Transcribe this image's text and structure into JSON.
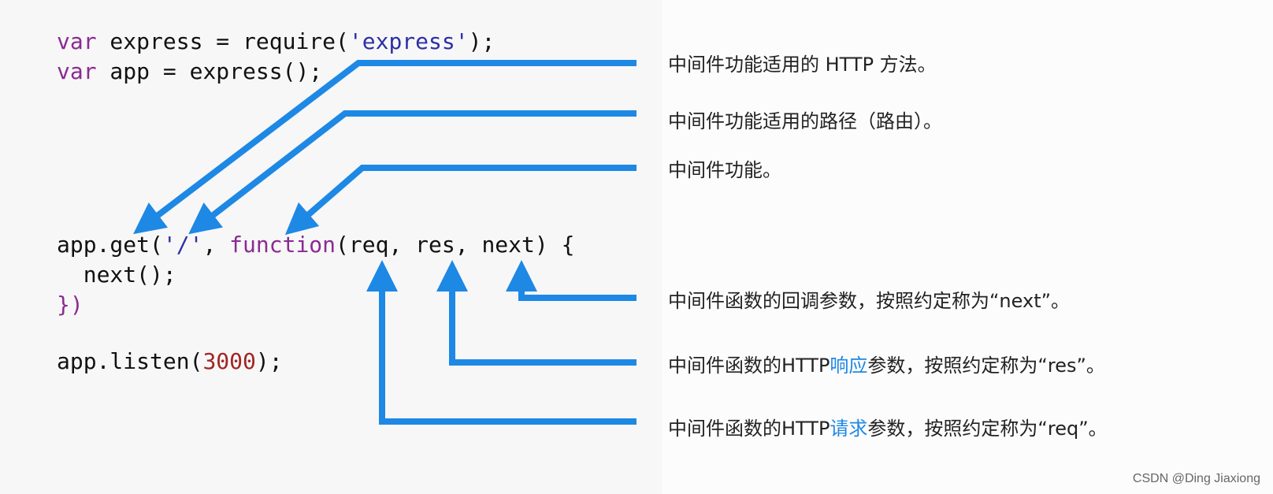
{
  "code": {
    "line1": {
      "kw": "var",
      "mid": " express = require(",
      "str": "'express'",
      "end": ");"
    },
    "line2": {
      "kw": "var",
      "mid": " app = express();"
    },
    "line3": {
      "start": "app.get(",
      "str": "'/'",
      "comma": ", ",
      "kw": "function",
      "rest": "(req, res, next) {"
    },
    "line4": {
      "text": "  next();"
    },
    "line5": {
      "text": "})"
    },
    "line6": {
      "start": "app.listen(",
      "num": "3000",
      "end": ");"
    }
  },
  "annotations": {
    "method": "中间件功能适用的 HTTP 方法。",
    "path": "中间件功能适用的路径（路由）。",
    "function": "中间件功能。",
    "next": "中间件函数的回调参数，按照约定称为“next”。",
    "res": {
      "before": "中间件函数的HTTP",
      "highlight": "响应",
      "after": "参数，按照约定称为“res”。"
    },
    "req": {
      "before": "中间件函数的HTTP",
      "highlight": "请求",
      "after": "参数，按照约定称为“req”。"
    }
  },
  "colors": {
    "arrow": "#1e88e5",
    "keyword": "#8b2a93",
    "string": "#2d2fa5",
    "number": "#a12525",
    "highlight": "#1e88e5"
  },
  "watermark": "CSDN @Ding Jiaxiong"
}
